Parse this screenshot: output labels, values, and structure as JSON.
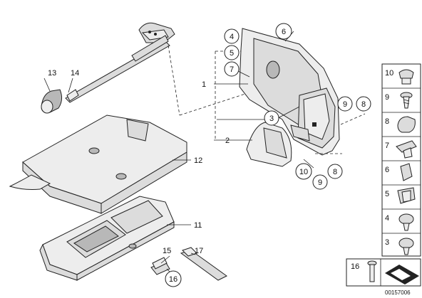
{
  "callouts": {
    "c1": "1",
    "c2": "2",
    "c3": "3",
    "c4": "4",
    "c5": "5",
    "c6": "6",
    "c7": "7",
    "c8a": "8",
    "c9a": "9",
    "c8b": "8",
    "c9b": "9",
    "c10": "10",
    "c11": "11",
    "c12": "12",
    "c13": "13",
    "c14": "14",
    "c15": "15",
    "c16": "16",
    "c17": "17"
  },
  "sidebar": {
    "items": [
      "10",
      "9",
      "8",
      "7",
      "6",
      "5",
      "4",
      "3"
    ],
    "bottom_label": "16"
  },
  "footer": {
    "diagram_number": "00157006"
  }
}
